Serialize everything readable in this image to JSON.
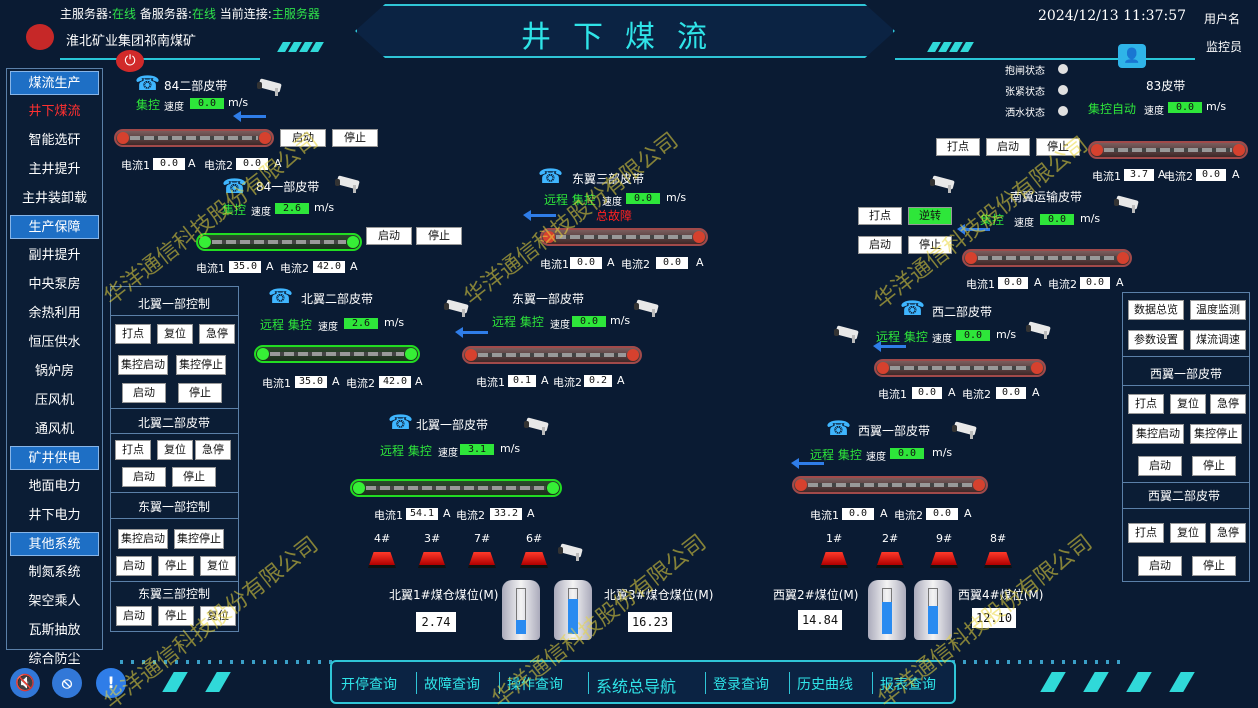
{
  "header": {
    "main_server_label": "主服务器:",
    "main_server_status": "在线",
    "backup_server_label": "备服务器:",
    "backup_server_status": "在线",
    "current_conn_label": "当前连接:",
    "current_conn_value": "主服务器",
    "company": "淮北矿业集团祁南煤矿",
    "title": "井下煤流",
    "datetime": "2024/12/13 11:37:57",
    "user_label": "用户名",
    "user_role": "监控员"
  },
  "sidebar": {
    "items": [
      {
        "label": "煤流生产",
        "type": "head"
      },
      {
        "label": "井下煤流",
        "type": "active"
      },
      {
        "label": "智能选矸",
        "type": "item"
      },
      {
        "label": "主井提升",
        "type": "item"
      },
      {
        "label": "主井装卸载",
        "type": "item"
      },
      {
        "label": "生产保障",
        "type": "head"
      },
      {
        "label": "副井提升",
        "type": "item"
      },
      {
        "label": "中央泵房",
        "type": "item"
      },
      {
        "label": "余热利用",
        "type": "item"
      },
      {
        "label": "恒压供水",
        "type": "item"
      },
      {
        "label": "锅炉房",
        "type": "item"
      },
      {
        "label": "压风机",
        "type": "item"
      },
      {
        "label": "通风机",
        "type": "item"
      },
      {
        "label": "矿井供电",
        "type": "head"
      },
      {
        "label": "地面电力",
        "type": "item"
      },
      {
        "label": "井下电力",
        "type": "item"
      },
      {
        "label": "其他系统",
        "type": "head"
      },
      {
        "label": "制氮系统",
        "type": "item"
      },
      {
        "label": "架空乘人",
        "type": "item"
      },
      {
        "label": "瓦斯抽放",
        "type": "item"
      },
      {
        "label": "综合防尘",
        "type": "item"
      }
    ]
  },
  "common": {
    "speed_label": "速度",
    "speed_unit": "m/s",
    "current1_label": "电流1",
    "current2_label": "电流2",
    "amp_unit": "A",
    "btn_start": "启动",
    "btn_stop": "停止",
    "btn_jog": "打点",
    "btn_reset": "复位",
    "btn_estop": "急停",
    "btn_central_start": "集控启动",
    "btn_central_stop": "集控停止",
    "mode_central": "集控",
    "mode_remote": "远程",
    "mode_central_auto": "集控自动"
  },
  "belts": {
    "b84_2": {
      "name": "84二部皮带",
      "speed": "0.0",
      "i1": "0.0",
      "i2": "0.0"
    },
    "b84_1": {
      "name": "84一部皮带",
      "speed": "2.6",
      "i1": "35.0",
      "i2": "42.0"
    },
    "beiyi2": {
      "name": "北翼二部皮带",
      "speed": "2.6",
      "i1": "35.0",
      "i2": "42.0"
    },
    "dong3": {
      "name": "东翼三部皮带",
      "speed": "0.0",
      "i1": "0.0",
      "i2": "0.0",
      "fault": "总故障"
    },
    "dong1": {
      "name": "东翼一部皮带",
      "speed": "0.0",
      "i1": "0.1",
      "i2": "0.2"
    },
    "beiyi1": {
      "name": "北翼一部皮带",
      "speed": "3.1",
      "i1": "54.1",
      "i2": "33.2"
    },
    "b83": {
      "name": "83皮带",
      "speed": "0.0",
      "i1": "3.7",
      "i2": "0.0"
    },
    "nanyi": {
      "name": "南翼运输皮带",
      "speed": "0.0",
      "i1": "0.0",
      "i2": "0.0"
    },
    "xi2": {
      "name": "西二部皮带",
      "speed": "0.0",
      "i1": "0.0",
      "i2": "0.0"
    },
    "xiyi1": {
      "name": "西翼一部皮带",
      "speed": "0.0",
      "i1": "0.0",
      "i2": "0.0"
    }
  },
  "b83_status": {
    "brake": "抱闸状态",
    "tension": "张紧状态",
    "spray": "洒水状态"
  },
  "right_small_buttons": {
    "btn_reverse": "逆转",
    "btn_stop": "停止"
  },
  "left_panels": {
    "beiyi1_ctrl": "北翼一部控制",
    "beiyi2_belt": "北翼二部皮带",
    "dong1_ctrl": "东翼一部控制",
    "dong3_ctrl": "东翼三部控制"
  },
  "right_panel": {
    "data_overview": "数据总览",
    "temp_monitor": "温度监测",
    "param_setting": "参数设置",
    "coal_dispatch": "煤流调速",
    "xiyi1_title": "西翼一部皮带",
    "xiyi2_title": "西翼二部皮带"
  },
  "lamps": [
    {
      "label": "4#"
    },
    {
      "label": "3#"
    },
    {
      "label": "7#"
    },
    {
      "label": "6#"
    },
    {
      "label": "1#"
    },
    {
      "label": "2#"
    },
    {
      "label": "9#"
    },
    {
      "label": "8#"
    }
  ],
  "silos": {
    "beiyi1": {
      "label": "北翼1#煤仓煤位(M)",
      "value": "2.74",
      "level": 0.3
    },
    "beiyi3": {
      "label": "北翼3#煤仓煤位(M)",
      "value": "16.23",
      "level": 0.75
    },
    "xi2": {
      "label": "西翼2#煤位(M)",
      "value": "14.84",
      "level": 0.7
    },
    "xi4": {
      "label": "西翼4#煤位(M)",
      "value": "12.10",
      "level": 0.6
    }
  },
  "bottom_nav": [
    "开停查询",
    "故障查询",
    "操作查询",
    "系统总导航",
    "登录查询",
    "历史曲线",
    "报表查询"
  ],
  "watermark": "华洋通信科技股份有限公司",
  "colors": {
    "accent": "#2fe4e8",
    "running": "#2ee63a",
    "fault": "#ff2020",
    "bg": "#0a1b33"
  }
}
